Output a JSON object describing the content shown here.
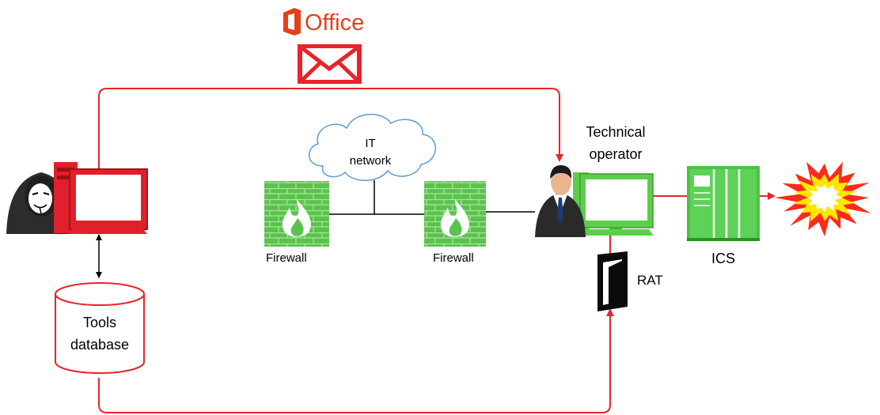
{
  "office": {
    "label": "Office",
    "brand_color": "#e3411e"
  },
  "labels": {
    "it_network_line1": "IT",
    "it_network_line2": "network",
    "firewall_left": "Firewall",
    "firewall_right": "Firewall",
    "technical_operator_line1": "Technical",
    "technical_operator_line2": "operator",
    "ics": "ICS",
    "rat": "RAT",
    "tools_database_line1": "Tools",
    "tools_database_line2": "database"
  },
  "colors": {
    "attack_path": "#e8242a",
    "attacker_pc": "#e0202a",
    "firewall": "#5cc24e",
    "operator_pc": "#5ccf4a",
    "ics": "#4cc245",
    "cloud_stroke": "#5b9bd5",
    "explosion_outer": "#ff2a1a",
    "explosion_inner": "#ffe600"
  },
  "icons": [
    "office-logo-icon",
    "envelope-icon",
    "hacker-icon",
    "attacker-computer-icon",
    "database-icon",
    "cloud-icon",
    "firewall-icon",
    "operator-person-icon",
    "operator-computer-icon",
    "ics-cabinet-icon",
    "rat-door-icon",
    "explosion-icon"
  ]
}
